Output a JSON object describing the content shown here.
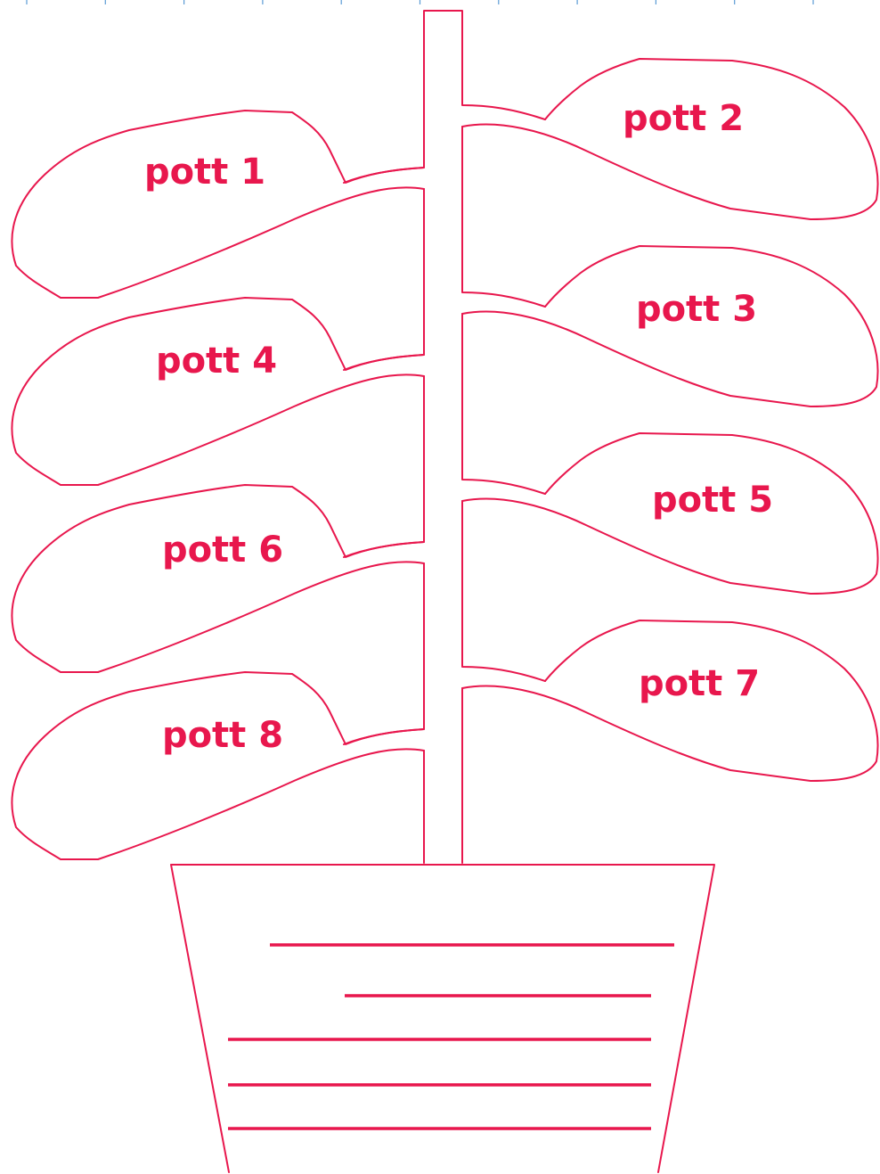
{
  "colors": {
    "plant_stroke": "#e8174d",
    "label_text": "#e8174d",
    "ruler_tick": "#5b9bd5",
    "background": "#ffffff"
  },
  "leaves": [
    {
      "label": "pott 1"
    },
    {
      "label": "pott 2"
    },
    {
      "label": "pott 3"
    },
    {
      "label": "pott 4"
    },
    {
      "label": "pott 5"
    },
    {
      "label": "pott 6"
    },
    {
      "label": "pott 7"
    },
    {
      "label": "pott 8"
    }
  ]
}
